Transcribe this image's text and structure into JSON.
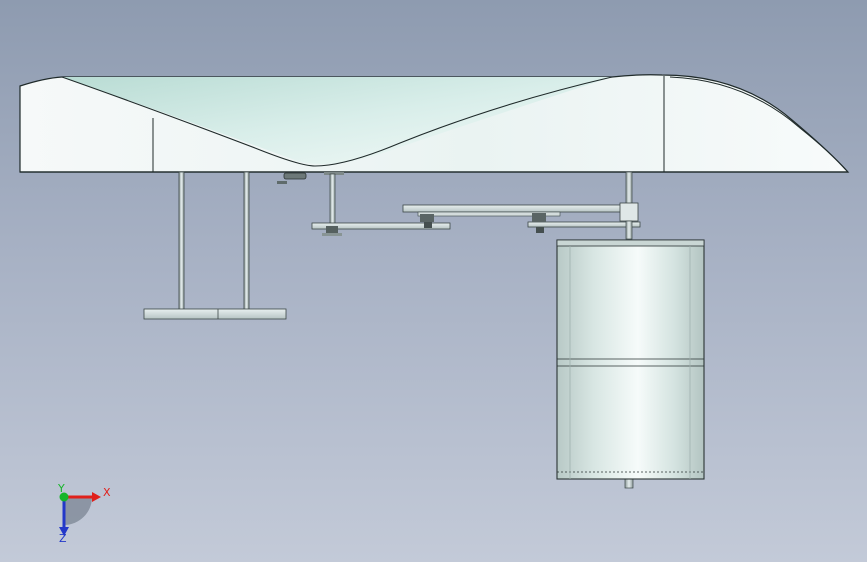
{
  "scene": {
    "background_top": "#8e9bb0",
    "background_bottom": "#c3cad8",
    "part_fill_light": "#f4f8f8",
    "part_fill_tint": "#cfe8e3",
    "edge_color": "#1f2a2a"
  },
  "triad": {
    "x_label": "X",
    "y_label": "Y",
    "z_label": "Z",
    "x_color": "#e0201b",
    "y_color": "#16b52a",
    "z_color": "#2338c9"
  }
}
